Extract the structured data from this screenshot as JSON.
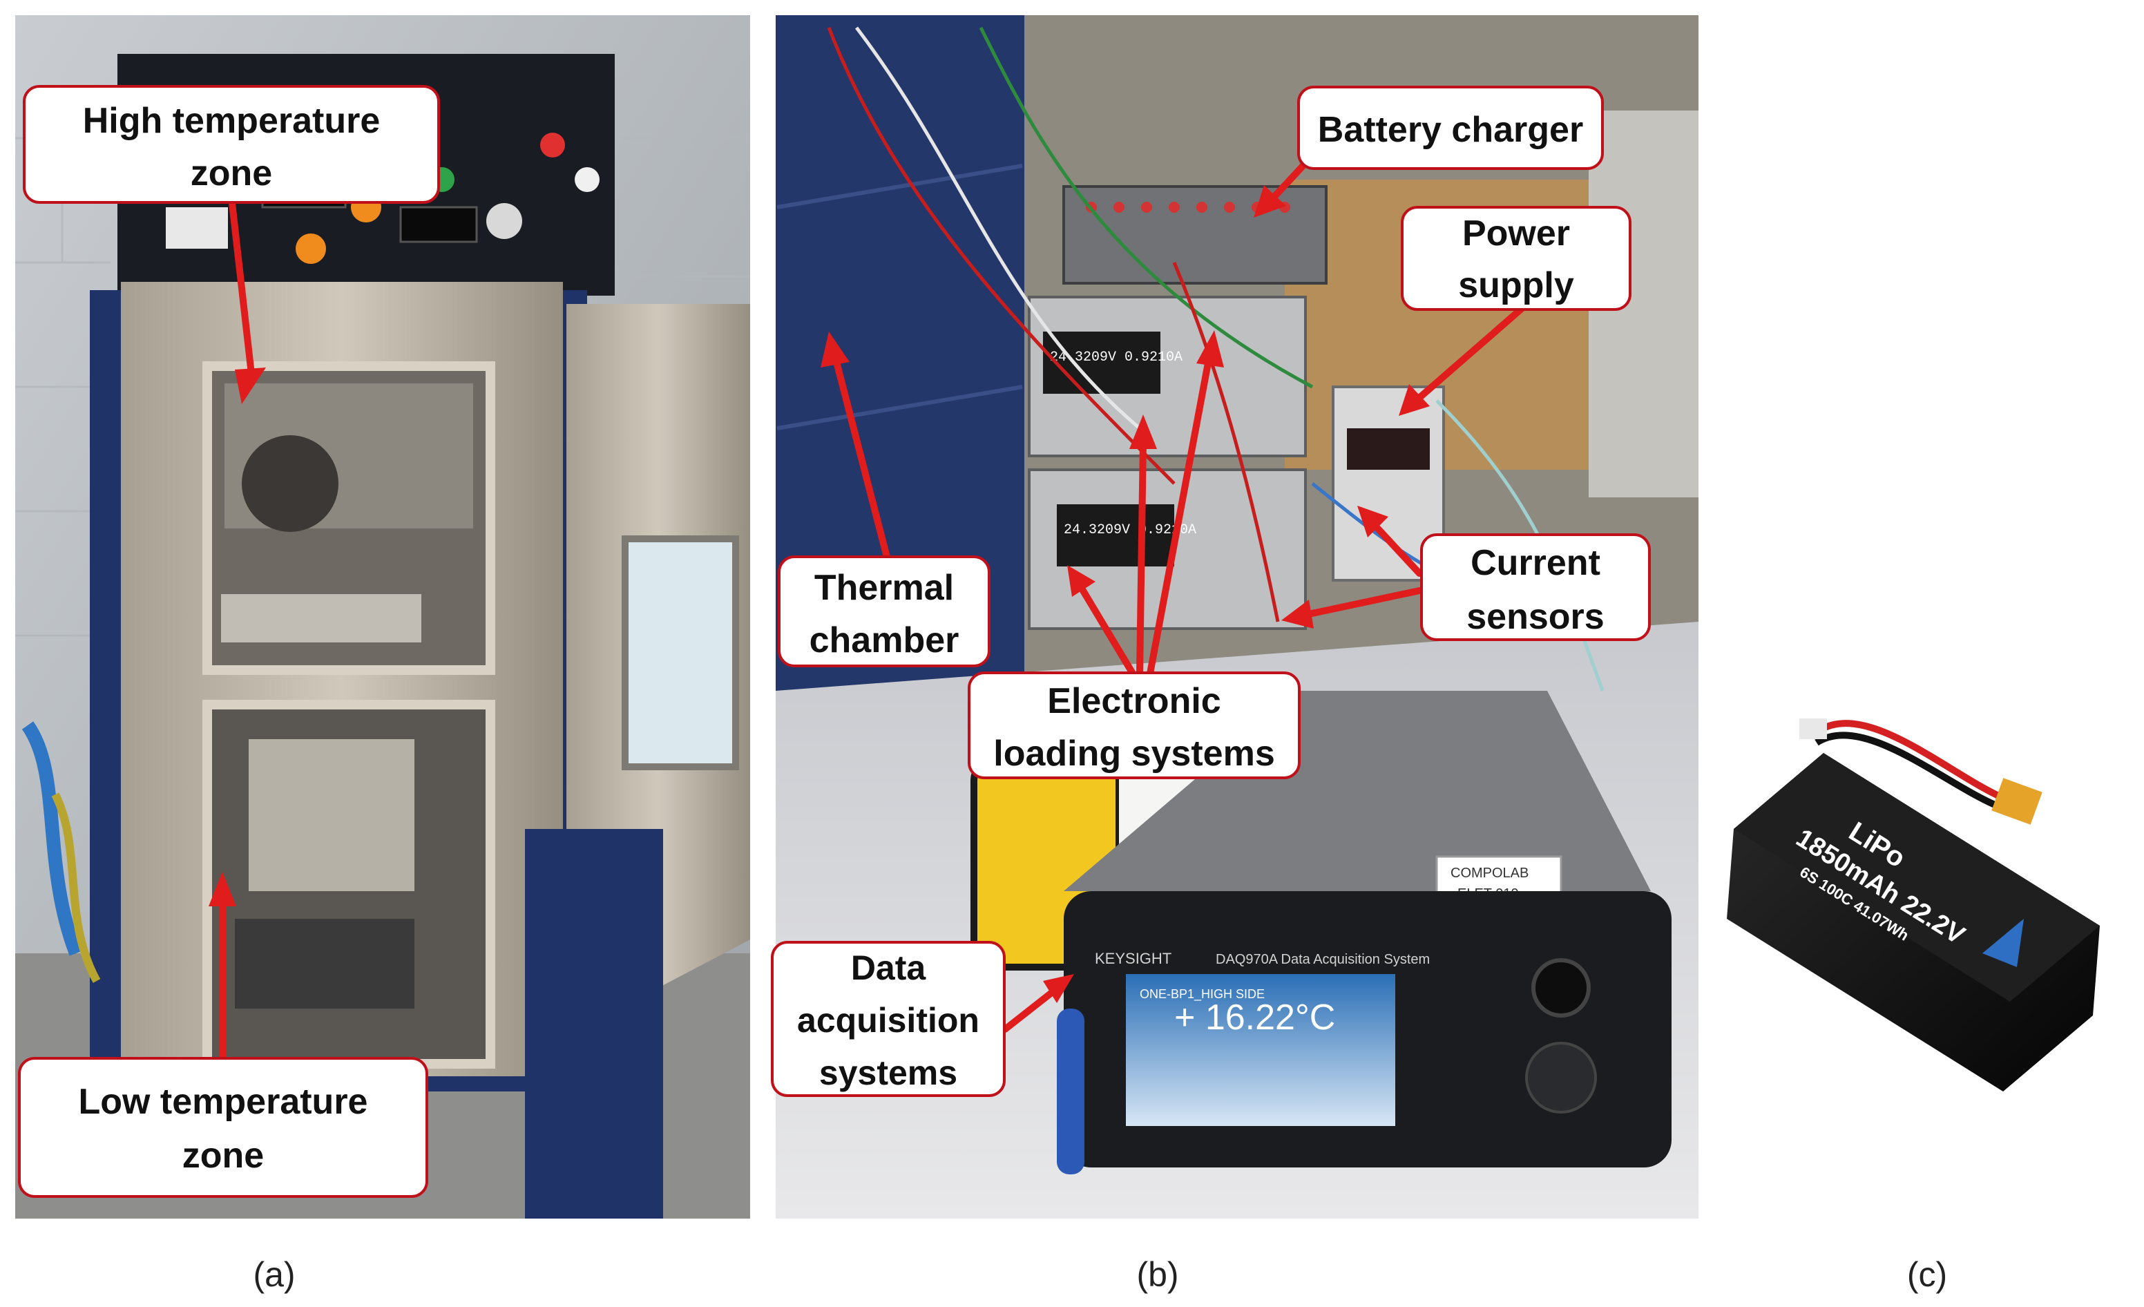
{
  "panels": {
    "a": {
      "label": "(a)",
      "callouts": {
        "high_zone": [
          "High temperature",
          "zone"
        ],
        "low_zone": [
          "Low temperature",
          "zone"
        ]
      }
    },
    "b": {
      "label": "(b)",
      "callouts": {
        "battery_charger": [
          "Battery charger"
        ],
        "power_supply": [
          "Power",
          "supply"
        ],
        "thermal_chamber": [
          "Thermal",
          "chamber"
        ],
        "current_sensors": [
          "Current",
          "sensors"
        ],
        "electronic_loading": [
          "Electronic",
          "loading systems"
        ],
        "data_acquisition": [
          "Data",
          "acquisition",
          "systems"
        ]
      },
      "device_text": {
        "daq_brand": "KEYSIGHT",
        "daq_model": "DAQ970A Data Acquisition System",
        "daq_reading": "+ 16.22°C",
        "daq_channel": "ONE-BP1_HIGH SIDE",
        "load_reading": "24.3209V 0.9210A",
        "tag": "COMPOLAB",
        "tag_id": "ELET 019"
      }
    },
    "c": {
      "label": "(c)",
      "battery": {
        "line1": "LiPo",
        "line2": "1850mAh 22.2V",
        "line3": "6S 100C 41.07Wh"
      }
    }
  },
  "colors": {
    "callout_border": "#c0101a",
    "arrow": "#e01c1c",
    "callout_fill": "#ffffff"
  }
}
